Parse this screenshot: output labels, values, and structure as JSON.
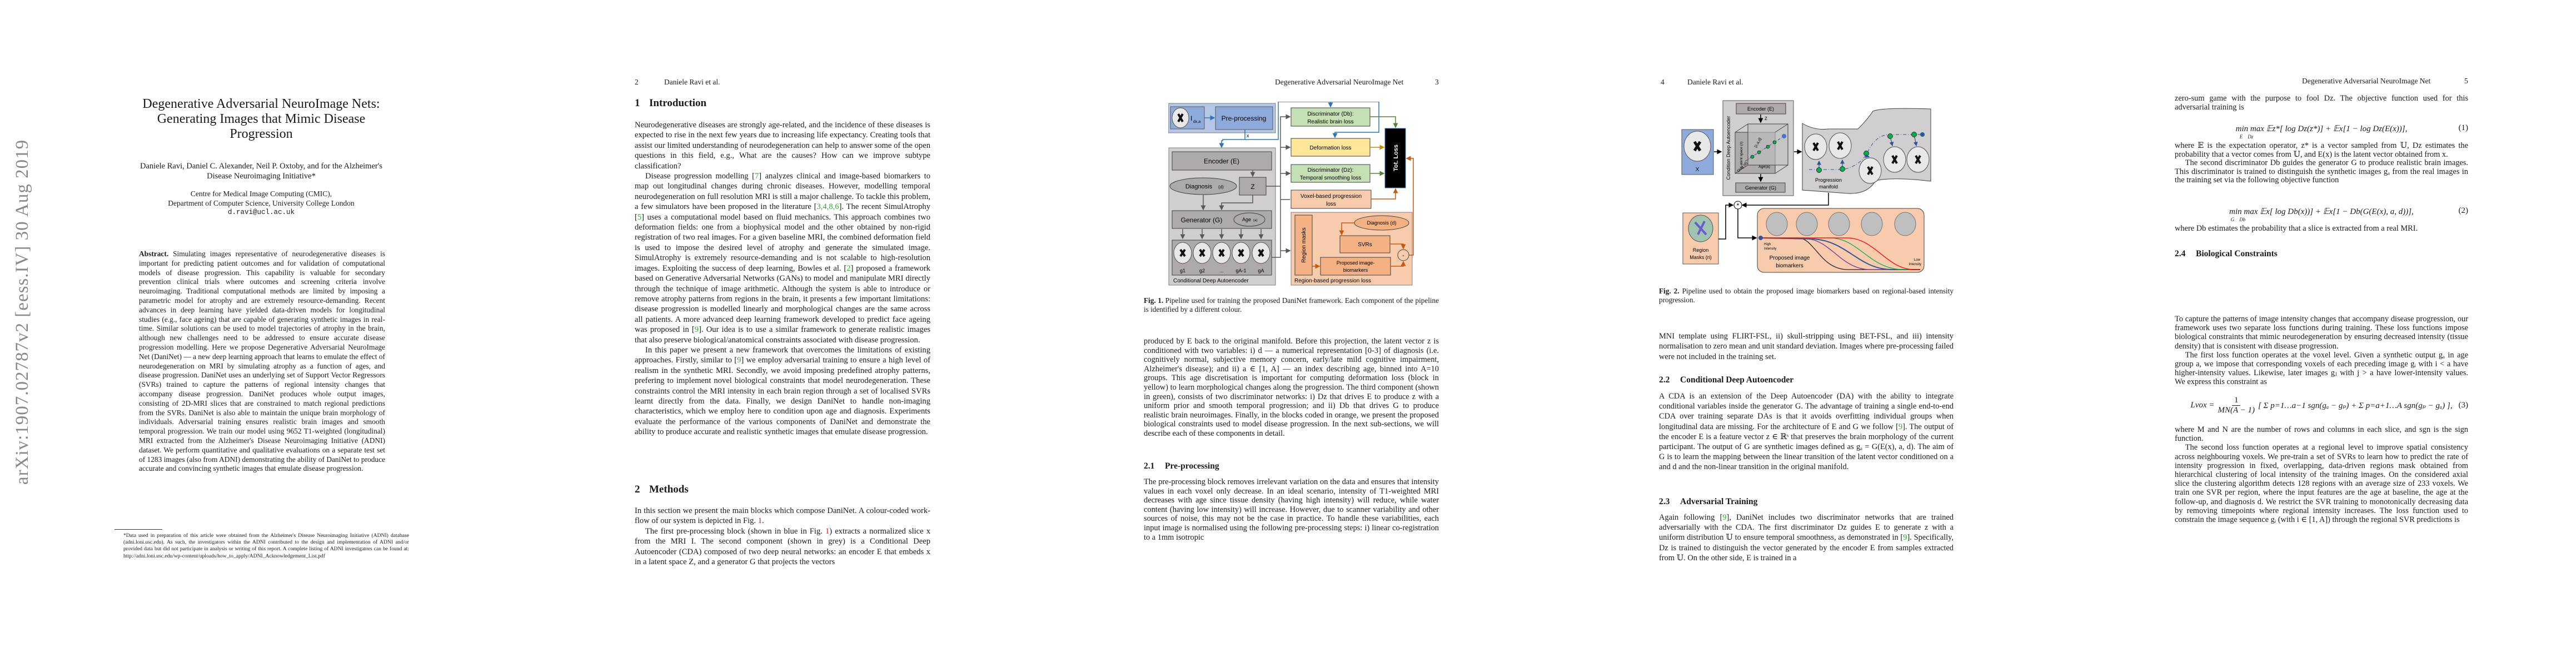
{
  "sidebar": {
    "arxiv_id": "arXiv:1907.02787v2  [eess.IV]  30 Aug 2019"
  },
  "page1": {
    "title_lines": [
      "Degenerative Adversarial NeuroImage Nets:",
      "Generating Images that Mimic Disease",
      "Progression"
    ],
    "authors_lines": [
      "Daniele Ravi, Daniel C. Alexander, Neil P. Oxtoby, and for the Alzheimer's",
      "Disease Neuroimaging Initiative*"
    ],
    "affiliation_lines": [
      "Centre for Medical Image Computing (CMIC),",
      "Department of Computer Science, University College London"
    ],
    "email": "d.ravi@ucl.ac.uk",
    "abstract_label": "Abstract.",
    "abstract": "Simulating images representative of neurodegenerative diseases is important for predicting patient outcomes and for validation of computational models of disease progression. This capability is valuable for secondary prevention clinical trials where outcomes and screening criteria involve neuroimaging. Traditional computational methods are limited by imposing a parametric model for atrophy and are extremely resource-demanding. Recent advances in deep learning have yielded data-driven models for longitudinal studies (e.g., face ageing) that are capable of generating synthetic images in real-time. Similar solutions can be used to model trajectories of atrophy in the brain, although new challenges need to be addressed to ensure accurate disease progression modelling. Here we propose Degenerative Adversarial NeuroImage Net (DaniNet) — a new deep learning approach that learns to emulate the effect of neurodegeneration on MRI by simulating atrophy as a function of ages, and disease progression. DaniNet uses an underlying set of Support Vector Regressors (SVRs) trained to capture the patterns of regional intensity changes that accompany disease progression. DaniNet produces whole output images, consisting of 2D-MRI slices that are constrained to match regional predictions from the SVRs. DaniNet is also able to maintain the unique brain morphology of individuals. Adversarial training ensures realistic brain images and smooth temporal progression. We train our model using 9652 T1-weighted (longitudinal) MRI extracted from the Alzheimer's Disease Neuroimaging Initiative (ADNI) dataset. We perform quantitative and qualitative evaluations on a separate test set of 1283 images (also from ADNI) demonstrating the ability of DaniNet to produce accurate and convincing synthetic images that emulate disease progression.",
    "footnote": "*Data used in preparation of this article were obtained from the Alzheimer's Disease Neuroimaging Initiative (ADNI) database (adni.loni.usc.edu). As such, the investigators within the ADNI contributed to the design and implementation of ADNI and/or provided data but did not participate in analysis or writing of this report. A complete listing of ADNI investigators can be found at: http://adni.loni.usc.edu/wp-content/uploads/how_to_apply/ADNI_Acknowledgement_List.pdf"
  },
  "page2": {
    "page_number": "2",
    "running_head": "Daniele Ravi et al.",
    "sec1_num": "1",
    "sec1_title": "Introduction",
    "intro": [
      "Neurodegenerative diseases are strongly age-related, and the incidence of these diseases is expected to rise in the next few years due to increasing life expectancy. Creating tools that assist our limited understanding of neurodegeneration can help to answer some of the open questions in this field, e.g., What are the causes? How can we improve subtype classification?",
      "Disease progression modelling [7] analyzes clinical and image-based biomarkers to map out longitudinal changes during chronic diseases. However, modelling temporal neurodegeneration on full resolution MRI is still a major challenge. To tackle this problem, a few simulators have been proposed in the literature [3,4,8,6]. The recent SimulAtrophy [5] uses a computational model based on fluid mechanics. This approach combines two deformation fields: one from a biophysical model and the other obtained by non-rigid registration of two real images. For a given baseline MRI, the combined deformation field is used to impose the desired level of atrophy and generate the simulated image. SimulAtrophy is extremely resource-demanding and is not scalable to high-resolution images. Exploiting the success of deep learning, Bowles et al. [2] proposed a framework based on Generative Adversarial Networks (GANs) to model and manipulate MRI directly through the technique of image arithmetic. Although the system is able to introduce or remove atrophy patterns from regions in the brain, it presents a few important limitations: disease progression is modelled linearly and morphological changes are the same across all patients. A more advanced deep learning framework developed to predict face ageing was proposed in [9]. Our idea is to use a similar framework to generate realistic images that also preserve biological/anatomical constraints associated with disease progression.",
      "In this paper we present a new framework that overcomes the limitations of existing approaches. Firstly, similar to [9] we employ adversarial training to ensure a high level of realism in the synthetic MRI. Secondly, we avoid imposing predefined atrophy patterns, prefering to implement novel biological constraints that model neurodegeneration. These constraints control the MRI intensity in each brain region through a set of localised SVRs learnt directly from the data. Finally, we design DaniNet to handle non-imaging characteristics, which we employ here to condition upon age and diagnosis. Experiments evaluate the performance of the various components of DaniNet and demonstrate the ability to produce accurate and realistic synthetic images that emulate disease progression."
    ],
    "sec2_num": "2",
    "sec2_title": "Methods",
    "methods": [
      "In this section we present the main blocks which compose DaniNet. A colour-coded work-flow of our system is depicted in Fig. 1.",
      "The first pre-processing block (shown in blue in Fig. 1) extracts a normalized slice x from the MRI I. The second component (shown in grey) is a Conditional Deep Autoencoder (CDA) composed of two deep neural networks: an encoder E that embeds x in a latent space Z, and a generator G that projects the vectors"
    ]
  },
  "page3": {
    "page_number": "3",
    "running_head": "Degenerative Adversarial NeuroImage Net",
    "fig1": {
      "input_label": "I",
      "input_sub": "dx,a",
      "preprocessing": "Pre-processing",
      "x_label": "x",
      "encoder": "Encoder (E)",
      "diagnosis": "Diagnosis",
      "diagnosis_sub": "(d)",
      "z": "Z",
      "generator": "Generator (G)",
      "age": "Age",
      "age_sub": "(a)",
      "outputs": [
        "g1",
        "g2",
        "...",
        "gA-1",
        "gA"
      ],
      "cda_label": "Conditional Deep Autoencoder",
      "disc_b": [
        "Discriminator (Db):",
        "Realistic brain loss"
      ],
      "deformation": "Deformation loss",
      "disc_z": [
        "Discriminator (Dz):",
        "Temporal smoothing loss"
      ],
      "voxel": [
        "Voxel-based progression",
        "loss"
      ],
      "tot_loss": "Tot. Loss",
      "region_masks": "Region masks",
      "diag2": "Diagnosis (d)",
      "svrs": "SVRs",
      "proposed": [
        "Proposed image-",
        "biomarkers"
      ],
      "minus": "-",
      "region_label": "Region-based progression loss",
      "colors": {
        "blue": "#8eaadb",
        "blue_bg": "#b4c7e7",
        "grey": "#d0cece",
        "grey_dark": "#aeaaaa",
        "green": "#c5e0b4",
        "yellow": "#ffe699",
        "orange": "#f8cbad",
        "orange_dark": "#f4b183",
        "arrow_blue": "#2e75b6",
        "arrow_orange": "#c55a11",
        "arrow_green": "#548235"
      }
    },
    "fig1_caption_label": "Fig. 1.",
    "fig1_caption": "Pipeline used for training the proposed DaniNet framework. Each component of the pipeline is identified by a different colour.",
    "text": "produced by E back to the original manifold. Before this projection, the latent vector z is conditioned with two variables: i) d — a numerical representation [0-3] of diagnosis (i.e. cognitively normal, subjective memory concern, early/late mild cognitive impairment, Alzheimer's disease); and ii) a ∈ [1, A] — an index describing age, binned into A=10 groups. This age discretisation is important for computing deformation loss (block in yellow) to learn morphological changes along the progression. The third component (shown in green), consists of two discriminator networks: i) Dz that drives E to produce z with a uniform prior and smooth temporal progression; and ii) Db that drives G to produce realistic brain neuroimages. Finally, in the blocks coded in orange, we present the proposed biological constraints used to model disease progression. In the next sub-sections, we will describe each of these components in detail.",
    "sec21_num": "2.1",
    "sec21_title": "Pre-processing",
    "sec21_text": "The pre-processing block removes irrelevant variation on the data and ensures that intensity values in each voxel only decrease. In an ideal scenario, intensity of T1-weighted MRI decreases with age since tissue density (having high intensity) will reduce, while water content (having low intensity) will increase. However, due to scanner variability and other sources of noise, this may not be the case in practice. To handle these variabilities, each input image is normalised using the following pre-processing steps: i) linear co-registration to a 1mm isotropic"
  },
  "page4": {
    "page_number": "4",
    "running_head": "Daniele Ravi et al.",
    "fig2": {
      "x_label": "X",
      "cda_label": "Condition Deep Autoencoder",
      "encoder": "Encoder (E)",
      "z": "Z",
      "latent": "Latent space (z)",
      "vector": "[z,a,d]",
      "diag": "Diag (d)",
      "age": "Age(a)",
      "generator": "Generator (G)",
      "manifold": [
        "Progression",
        "manifold"
      ],
      "star": "*",
      "region_masks": [
        "Region",
        "Masks (ri)"
      ],
      "high": [
        "High",
        "Intensity"
      ],
      "low": [
        "Low",
        "Intensity"
      ],
      "biomarkers": [
        "Proposed image",
        "biomarkers"
      ]
    },
    "fig2_caption_label": "Fig. 2.",
    "fig2_caption": "Pipeline used to obtain the proposed image biomarkers based on regional-based intensity progression.",
    "text": "MNI template using FLIRT-FSL, ii) skull-stripping using BET-FSL, and iii) intensity normalisation to zero mean and unit standard deviation. Images where pre-processing failed were not included in the training set.",
    "sec22_num": "2.2",
    "sec22_title": "Conditional Deep Autoencoder",
    "sec22_text": "A CDA is an extension of the Deep Autoencoder (DA) with the ability to integrate conditional variables inside the generator G. The advantage of training a single end-to-end CDA over training separate DAs is that it avoids overfitting individual groups when longitudinal data are missing. For the architecture of E and G we follow [9]. The output of the encoder E is a feature vector z ∈ ℝˢ that preserves the brain morphology of the current participant. The output of G are synthetic images defined as gₐ = G(E(x), a, d). The aim of G is to learn the mapping between the linear transition of the latent vector conditioned on a and d and the non-linear transition in the original manifold.",
    "sec23_num": "2.3",
    "sec23_title": "Adversarial Training",
    "sec23_text": "Again following [9], DaniNet includes two discriminator networks that are trained adversarially with the CDA. The first discriminator Dz guides E to generate z with a uniform distribution 𝕌 to ensure temporal smoothness, as demonstrated in [9]. Specifically, Dz is trained to distinguish the vector generated by the encoder E from samples extracted from 𝕌. On the other side, E is trained in a"
  },
  "page5": {
    "page_number": "5",
    "running_head": "Degenerative Adversarial NeuroImage Net",
    "p1": "zero-sum game with the purpose to fool Dz. The objective function used for this adversarial training is",
    "eq1": "min max 𝔼z*[ log Dz(z*)] + 𝔼x[1 − log Dz(E(x))],",
    "eq1_sub": "E    Dz",
    "eq1_no": "(1)",
    "p2": "where 𝔼 is the expectation operator, z* is a vector sampled from 𝕌, Dz estimates the probability that a vector comes from 𝕌, and E(x) is the latent vector obtained from x.",
    "p3": "The second discriminator Db guides the generator G to produce realistic brain images. This discriminator is trained to distinguish the synthetic images gₐ from the real images in the training set via the following objective function",
    "eq2": "min max 𝔼x[ log Db(x))] + 𝔼x[1 − Db(G(E(x), a, d))],",
    "eq2_sub": "G    Db",
    "eq2_no": "(2)",
    "p4": "where Db estimates the probability that a slice is extracted from a real MRI.",
    "sec24_num": "2.4",
    "sec24_title": "Biological Constraints",
    "p5": "To capture the patterns of image intensity changes that accompany disease progression, our framework uses two separate loss functions during training. These loss functions impose biological constraints that mimic neurodegeneration by ensuring decreased intensity (tissue density) that is consistent with disease progression.",
    "p6": "The first loss function operates at the voxel level. Given a synthetic output gₐ in age group a, we impose that corresponding voxels of each preceding image gᵢ with i < a have higher-intensity values. Likewise, later images gⱼ with j > a have lower-intensity values. We express this constraint as",
    "eq3_lhs": "Lvox =",
    "eq3_num": "1",
    "eq3_den": "MN(A − 1)",
    "eq3_body": "[ Σ p=1…a−1 sgn(gₐ − gₚ) + Σ p=a+1…A sgn(gₚ − gₐ) ],",
    "eq3_no": "(3)",
    "p7": "where M and N are the number of rows and columns in each slice, and sgn is the sign function.",
    "p8": "The second loss function operates at a regional level to improve spatial consistency across neighbouring voxels. We pre-train a set of SVRs to learn how to predict the rate of intensity progression in fixed, overlapping, data-driven regions mask obtained from hierarchical clustering of local intensity of the training images. On the considered axial slice the clustering algorithm detects 128 regions with an average size of 233 voxels. We train one SVR per region, where the input features are the age at baseline, the age at the follow-up, and diagnosis d. We restrict the SVR training to monotonically decreasing data by removing timepoints where regional intensity increases. The loss function used to constrain the image sequence gᵢ (with i ∈ [1, A]) through the regional SVR predictions is"
  }
}
